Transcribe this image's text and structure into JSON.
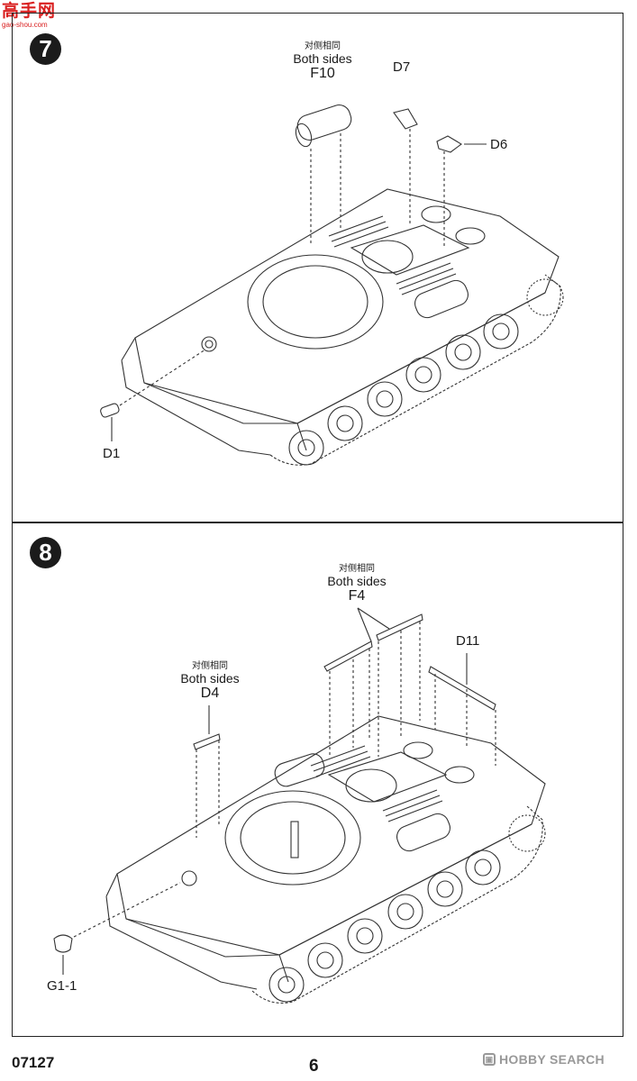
{
  "watermark": {
    "text": "高手网",
    "site": "gao-shou.com"
  },
  "step7": {
    "number": "7",
    "f10": {
      "cn": "对侧相同",
      "en": "Both sides",
      "part": "F10"
    },
    "d7": "D7",
    "d6": "D6",
    "d1": "D1"
  },
  "step8": {
    "number": "8",
    "f4": {
      "cn": "对侧相同",
      "en": "Both sides",
      "part": "F4"
    },
    "d4": {
      "cn": "对侧相同",
      "en": "Both sides",
      "part": "D4"
    },
    "d11": "D11",
    "g1": "G1-1"
  },
  "footer": {
    "code": "07127",
    "page": "6",
    "brand": "HOBBY SEARCH"
  }
}
